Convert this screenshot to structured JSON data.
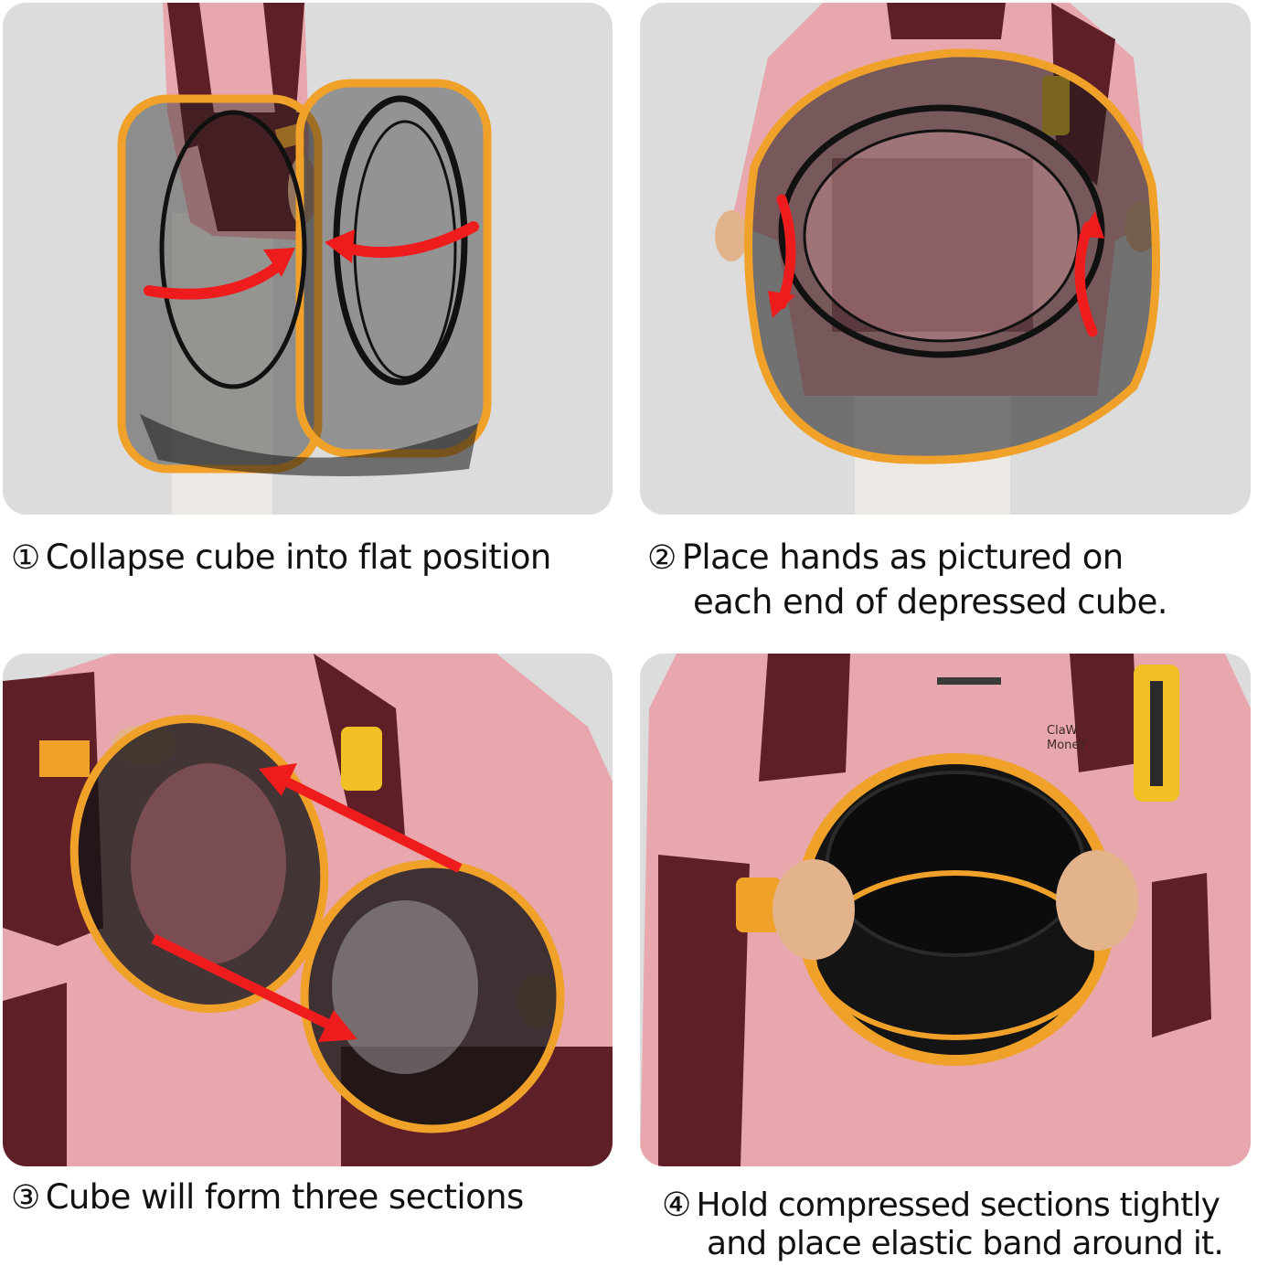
{
  "steps": [
    {
      "number": "①",
      "caption_line1": "Collapse cube into flat position",
      "caption_line2": "",
      "image_alt": "Person holding pop-up mesh cube with orange edges, red arrows showing two sides folding inward"
    },
    {
      "number": "②",
      "caption_line1": "Place hands as pictured on",
      "caption_line2": "each end of depressed cube.",
      "image_alt": "Person holding flattened mesh cube by both ends, red curved arrows showing twisting direction"
    },
    {
      "number": "③",
      "caption_line1": "Cube will form three sections",
      "caption_line2": "",
      "image_alt": "Mesh cube twisted into looped sections, red straight arrows showing folding"
    },
    {
      "number": "④",
      "caption_line1": "Hold compressed sections tightly",
      "caption_line2": "and place elastic band around it.",
      "image_alt": "Person holding compressed round mesh bundle in front of pink jacket"
    }
  ],
  "jacket_logo": {
    "line1": "ClaW",
    "line2": "MoneY"
  },
  "colors": {
    "panel_bg": "#dcdcdc",
    "jacket_pink": "#e8a7ad",
    "jacket_maroon": "#5e1f26",
    "trim_orange": "#f0a12a",
    "arrow_red": "#ee1c1c",
    "mesh_black": "#1a1a1a"
  }
}
